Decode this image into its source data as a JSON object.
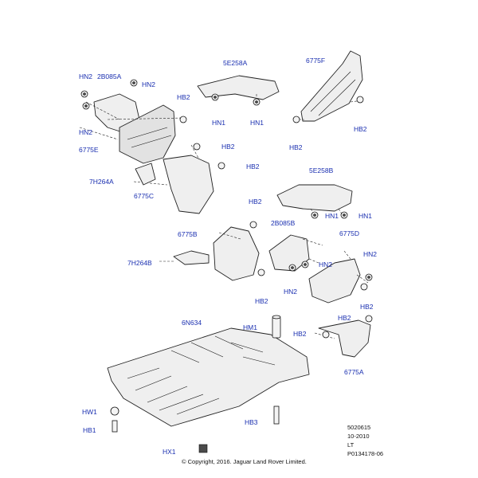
{
  "diagram": {
    "labels": {
      "hn2_a": "HN2",
      "b2085a": "2B085A",
      "hn2_b": "HN2",
      "hn2_c": "HN2",
      "l6775e": "6775E",
      "l7h264a": "7H264A",
      "l6775c": "6775C",
      "hb2_a": "HB2",
      "hn1_a": "HN1",
      "l5e258a": "5E258A",
      "hn1_b": "HN1",
      "hb2_b": "HB2",
      "hb2_c": "HB2",
      "l6775f": "6775F",
      "hb2_d": "HB2",
      "hb2_e": "HB2",
      "l5e258b": "5E258B",
      "hn1_c": "HN1",
      "hn1_d": "HN1",
      "hb2_f": "HB2",
      "l6775b": "6775B",
      "l2b085b": "2B085B",
      "l6775d": "6775D",
      "l7h264b": "7H264B",
      "hn2_d": "HN2",
      "hn2_e": "HN2",
      "hn2_f": "HN2",
      "hb2_g": "HB2",
      "hb2_h": "HB2",
      "l6n634": "6N634",
      "hm1": "HM1",
      "hb2_i": "HB2",
      "hb2_j": "HB2",
      "l6775a": "6775A",
      "hw1": "HW1",
      "hb1": "HB1",
      "hb3": "HB3",
      "hx1": "HX1"
    },
    "meta": {
      "ref": "5020615",
      "date": "10-2010",
      "lang": "LT",
      "part": "P0134178-06",
      "copyright": "© Copyright, 2016. Jaguar Land Rover Limited."
    }
  }
}
